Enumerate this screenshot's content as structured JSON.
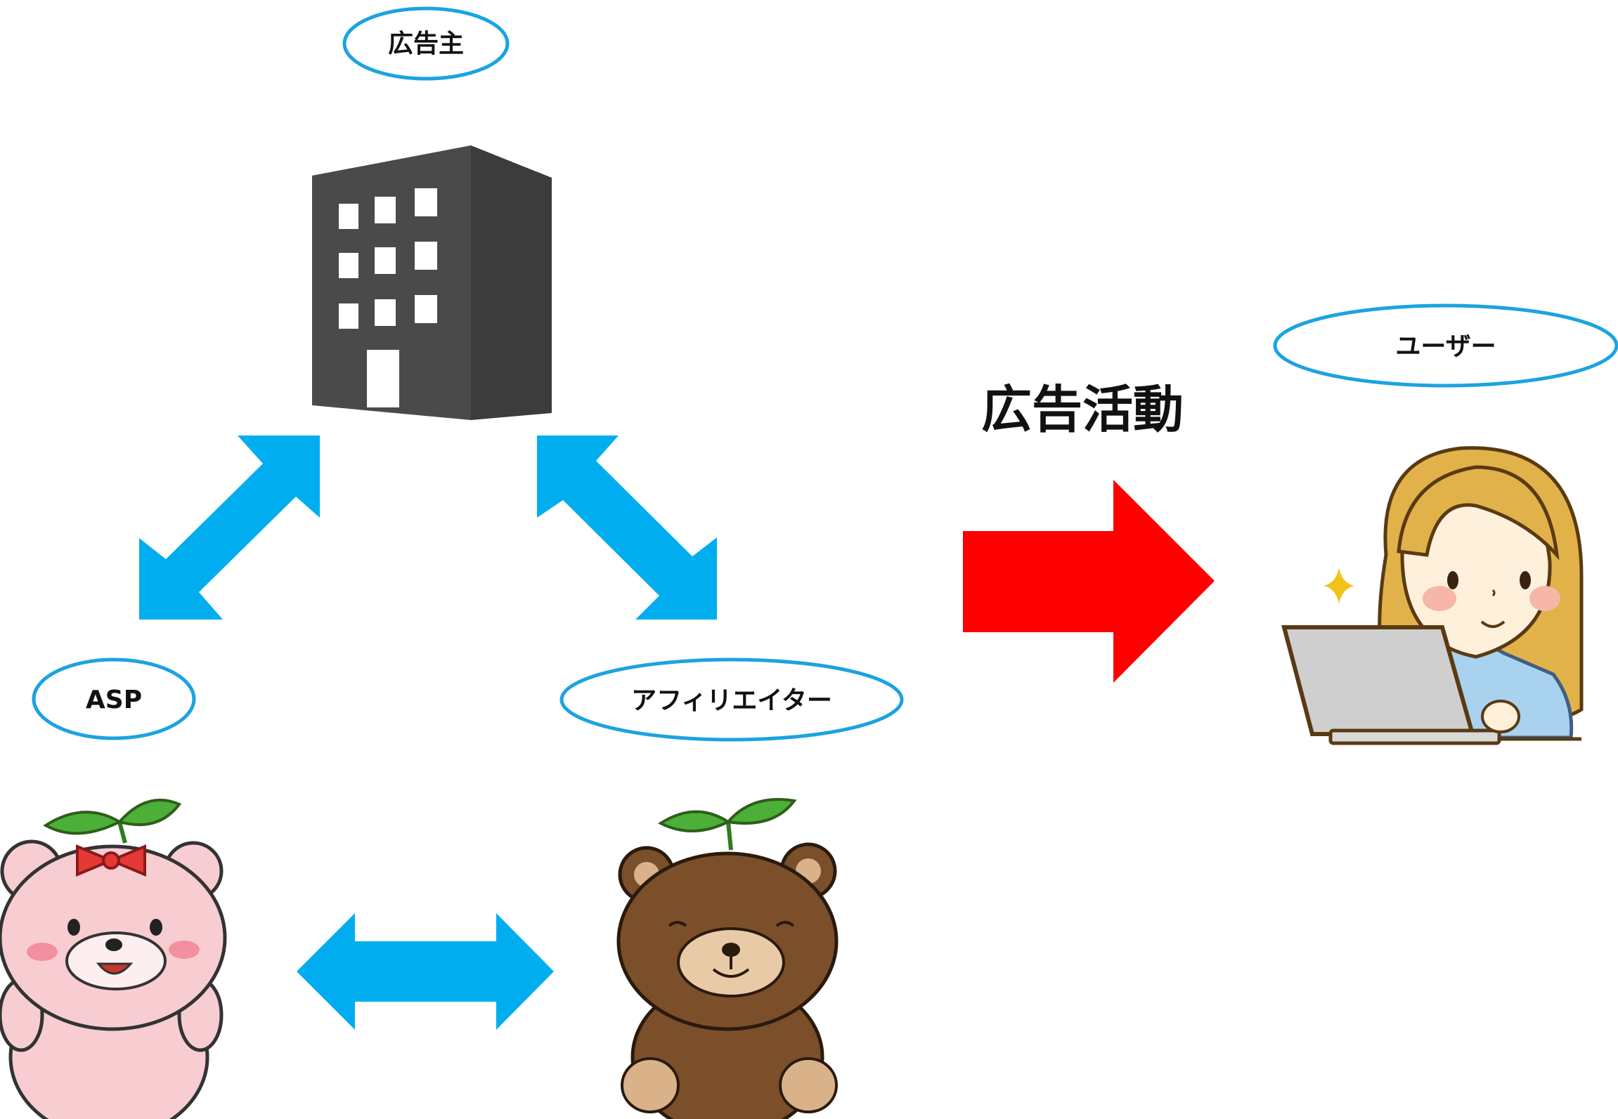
{
  "nodes": {
    "advertiser": {
      "label": "広告主"
    },
    "asp": {
      "label": "ASP"
    },
    "affiliate": {
      "label": "アフィリエイター"
    },
    "user": {
      "label": "ユーザー"
    }
  },
  "flow": {
    "caption": "広告活動"
  },
  "colors": {
    "double_arrow": "#00AEEF",
    "flow_arrow": "#FF0000",
    "label_border": "#1BA3E0",
    "building": "#4A4A4A"
  },
  "icons": {
    "advertiser": "office-building-icon",
    "asp": "pink-bear-mascot",
    "affiliate": "brown-bear-mascot",
    "user": "woman-laptop-illustration"
  }
}
